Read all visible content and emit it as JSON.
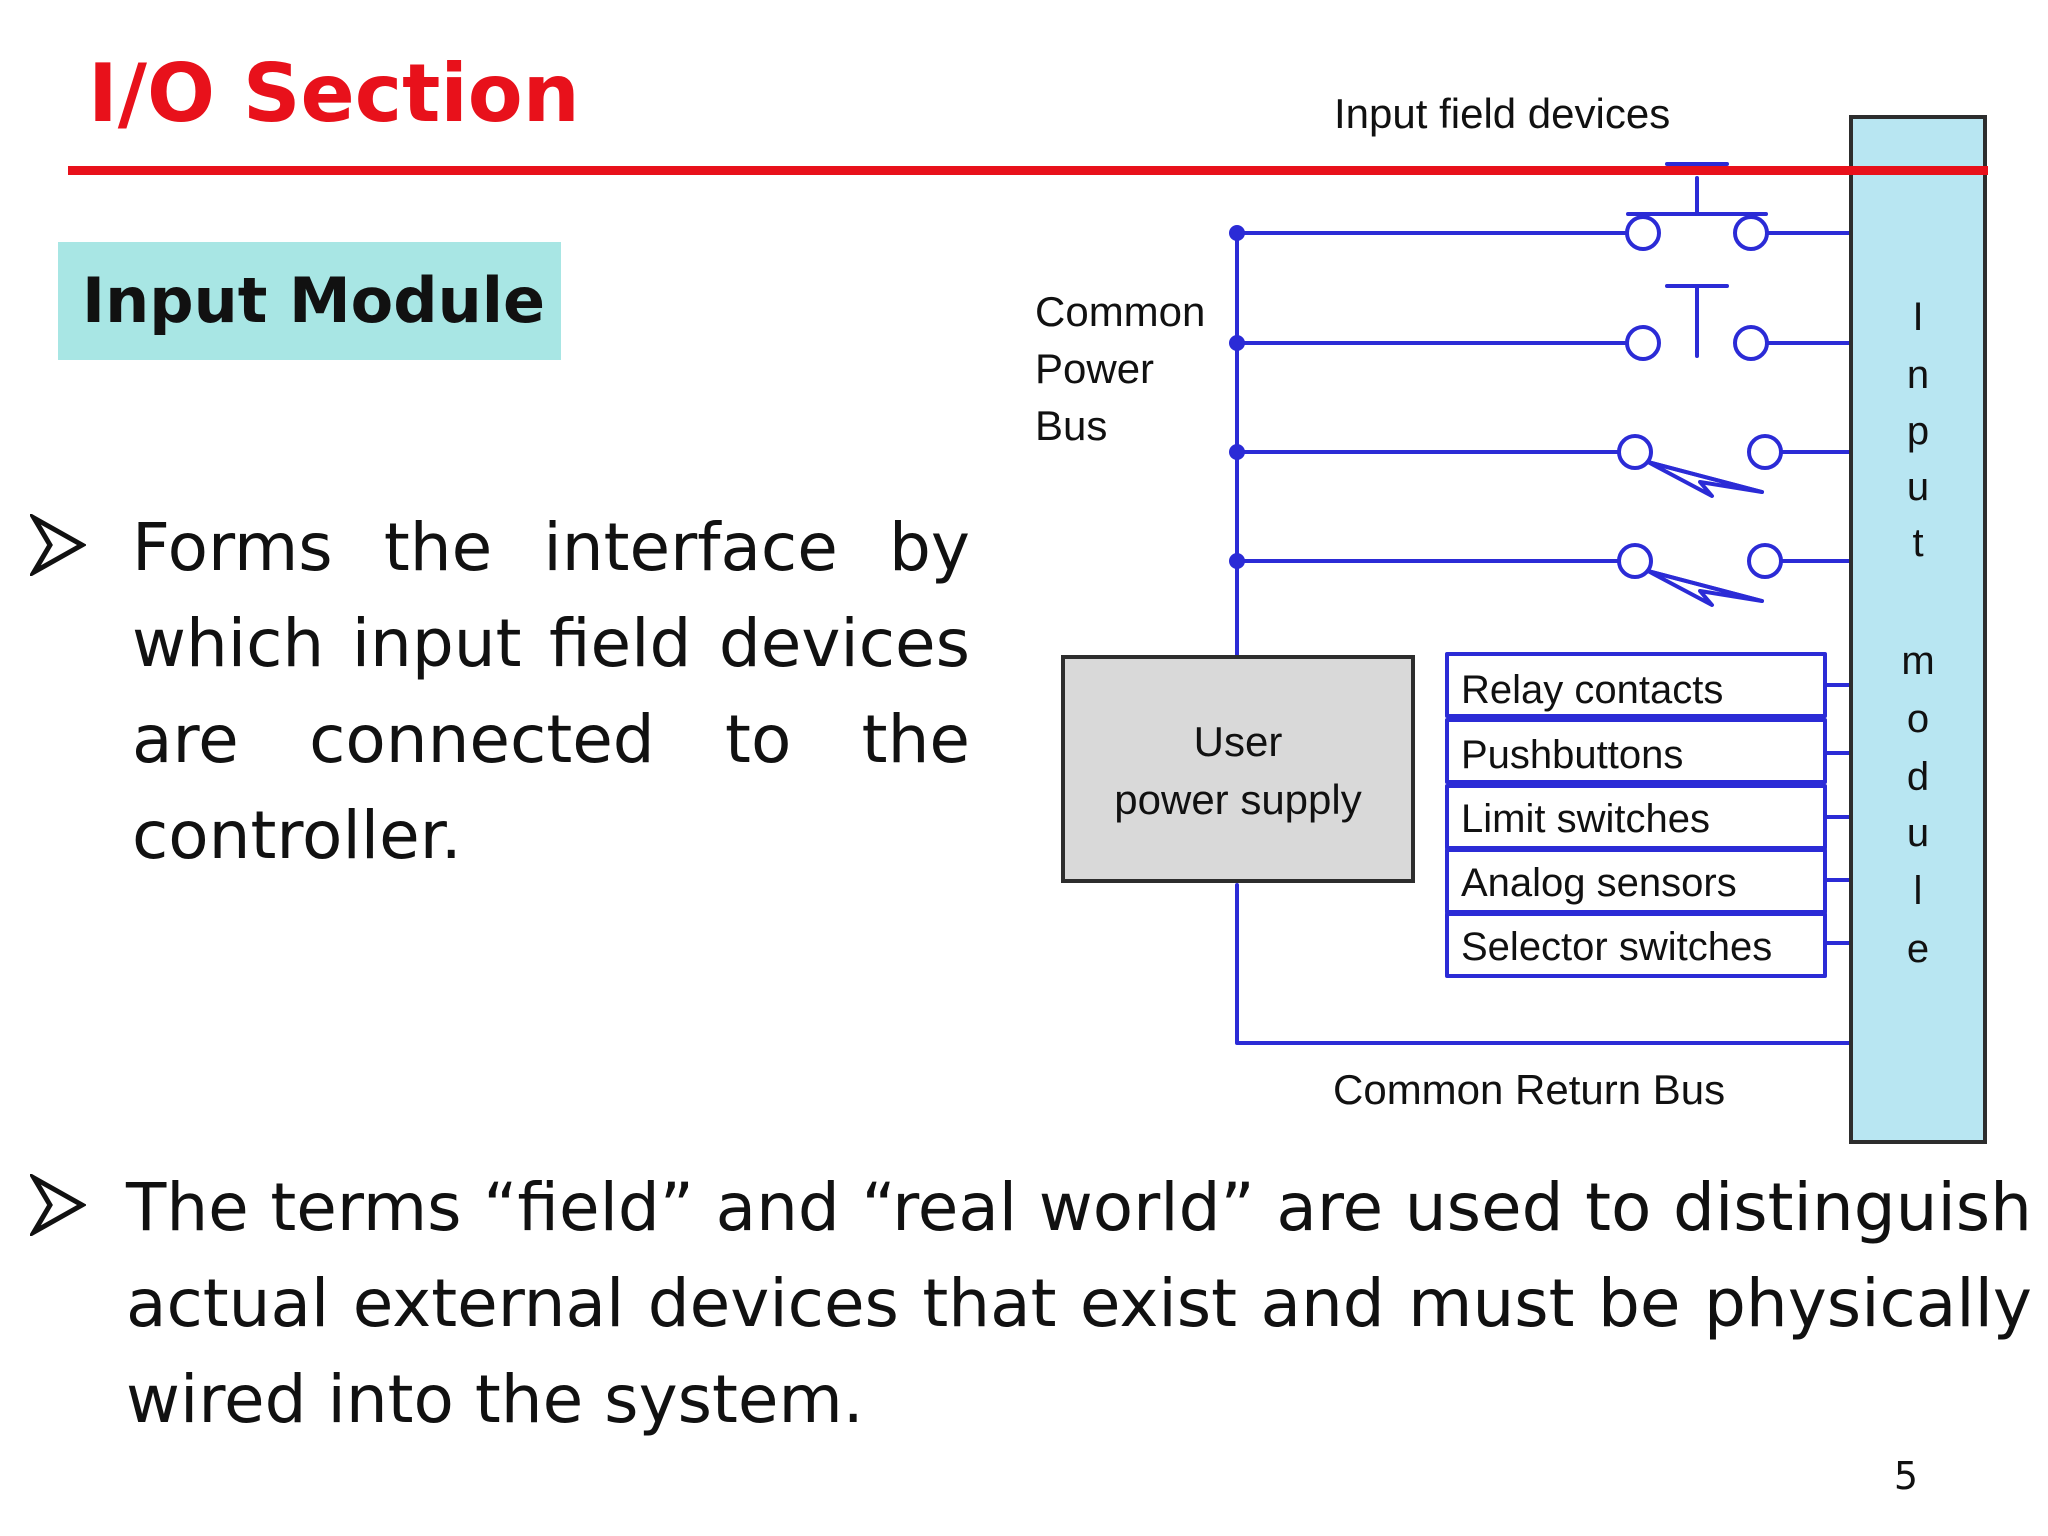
{
  "slide": {
    "title": "I/O Section",
    "section_badge": "Input Module",
    "bullets": [
      "Forms the interface by which input field devices are connected to the controller.",
      "The terms “field” and “real world” are used to distinguish actual external devices that exist and must be physically wired into the system."
    ],
    "page_number": "5"
  },
  "diagram": {
    "input_field_devices_label": "Input field devices",
    "common_power_bus_label": [
      "Common",
      "Power",
      "Bus"
    ],
    "user_power_supply_label": [
      "User",
      "power supply"
    ],
    "device_list": [
      "Relay contacts",
      "Pushbuttons",
      "Limit switches",
      "Analog sensors",
      "Selector switches"
    ],
    "input_module_label": [
      "I",
      "n",
      "p",
      "u",
      "t",
      "",
      "m",
      "o",
      "d",
      "u",
      "l",
      "e"
    ],
    "common_return_bus_label": "Common Return Bus",
    "colors": {
      "wire": "#2b2bd6",
      "module_fill": "#b8e6f2",
      "power_supply_fill": "#d9d9d9",
      "accent_red": "#e8111b",
      "badge_fill": "#a8e6e4"
    }
  }
}
